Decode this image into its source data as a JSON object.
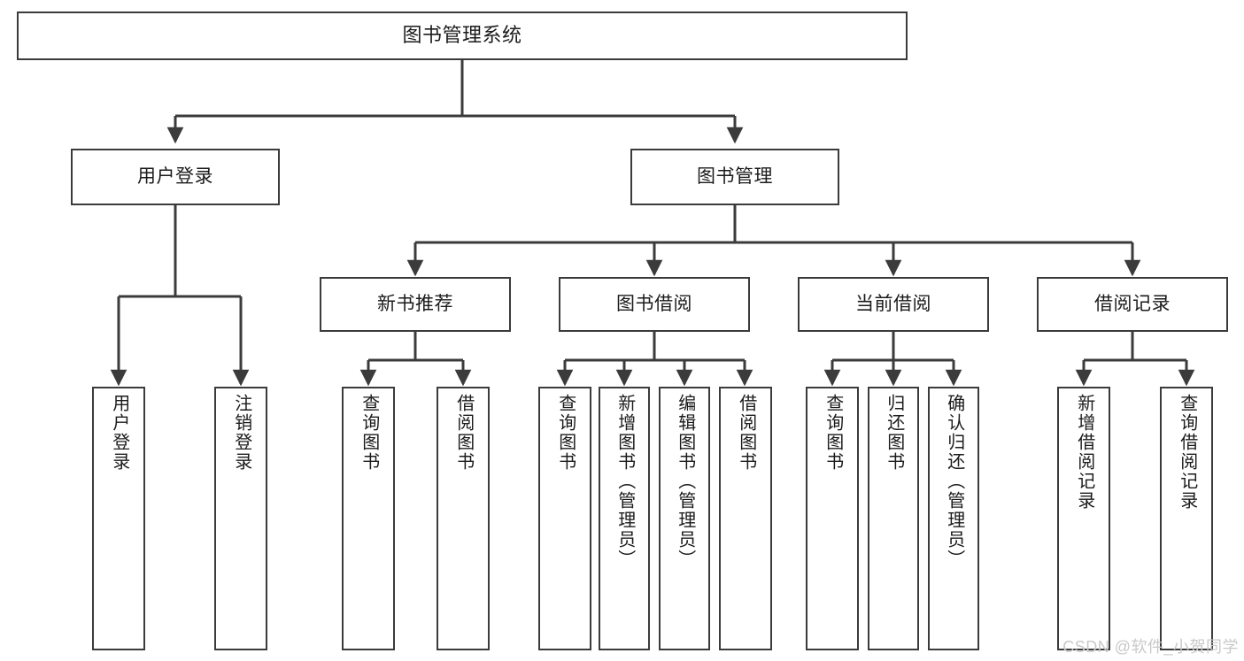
{
  "diagram": {
    "title": "图书管理系统",
    "type": "tree-hierarchy",
    "watermark": "CSDN @软件_小贺同学",
    "colors": {
      "box_border": "#3b3b3b",
      "box_fill": "#ffffff",
      "connector": "#3b3b3b",
      "text": "#1b1b1b",
      "watermark": "#c9c9c9"
    },
    "levels": [
      {
        "level": 0,
        "nodes": [
          {
            "id": "root",
            "label": "图书管理系统",
            "orientation": "horizontal"
          }
        ]
      },
      {
        "level": 1,
        "nodes": [
          {
            "id": "l1a",
            "label": "用户登录",
            "orientation": "horizontal",
            "parent": "root"
          },
          {
            "id": "l1b",
            "label": "图书管理",
            "orientation": "horizontal",
            "parent": "root"
          }
        ]
      },
      {
        "level": 2,
        "nodes": [
          {
            "id": "l2a",
            "label": "新书推荐",
            "orientation": "horizontal",
            "parent": "l1b"
          },
          {
            "id": "l2b",
            "label": "图书借阅",
            "orientation": "horizontal",
            "parent": "l1b"
          },
          {
            "id": "l2c",
            "label": "当前借阅",
            "orientation": "horizontal",
            "parent": "l1b"
          },
          {
            "id": "l2d",
            "label": "借阅记录",
            "orientation": "horizontal",
            "parent": "l1b"
          }
        ]
      },
      {
        "level": 3,
        "nodes": [
          {
            "id": "leaf1",
            "label": "用户登录",
            "orientation": "vertical",
            "parent": "l1a"
          },
          {
            "id": "leaf2",
            "label": "注销登录",
            "orientation": "vertical",
            "parent": "l1a"
          },
          {
            "id": "leaf3",
            "label": "查询图书",
            "orientation": "vertical",
            "parent": "l2a"
          },
          {
            "id": "leaf4",
            "label": "借阅图书",
            "orientation": "vertical",
            "parent": "l2a"
          },
          {
            "id": "leaf5",
            "label": "查询图书",
            "orientation": "vertical",
            "parent": "l2b"
          },
          {
            "id": "leaf6",
            "label": "新增图书（管理员）",
            "orientation": "vertical",
            "parent": "l2b"
          },
          {
            "id": "leaf7",
            "label": "编辑图书（管理员）",
            "orientation": "vertical",
            "parent": "l2b"
          },
          {
            "id": "leaf8",
            "label": "借阅图书",
            "orientation": "vertical",
            "parent": "l2b"
          },
          {
            "id": "leaf9",
            "label": "查询图书",
            "orientation": "vertical",
            "parent": "l2c"
          },
          {
            "id": "leaf10",
            "label": "归还图书",
            "orientation": "vertical",
            "parent": "l2c"
          },
          {
            "id": "leaf11",
            "label": "确认归还（管理员）",
            "orientation": "vertical",
            "parent": "l2c"
          },
          {
            "id": "leaf12",
            "label": "新增借阅记录",
            "orientation": "vertical",
            "parent": "l2d"
          },
          {
            "id": "leaf13",
            "label": "查询借阅记录",
            "orientation": "vertical",
            "parent": "l2d"
          }
        ]
      }
    ]
  }
}
